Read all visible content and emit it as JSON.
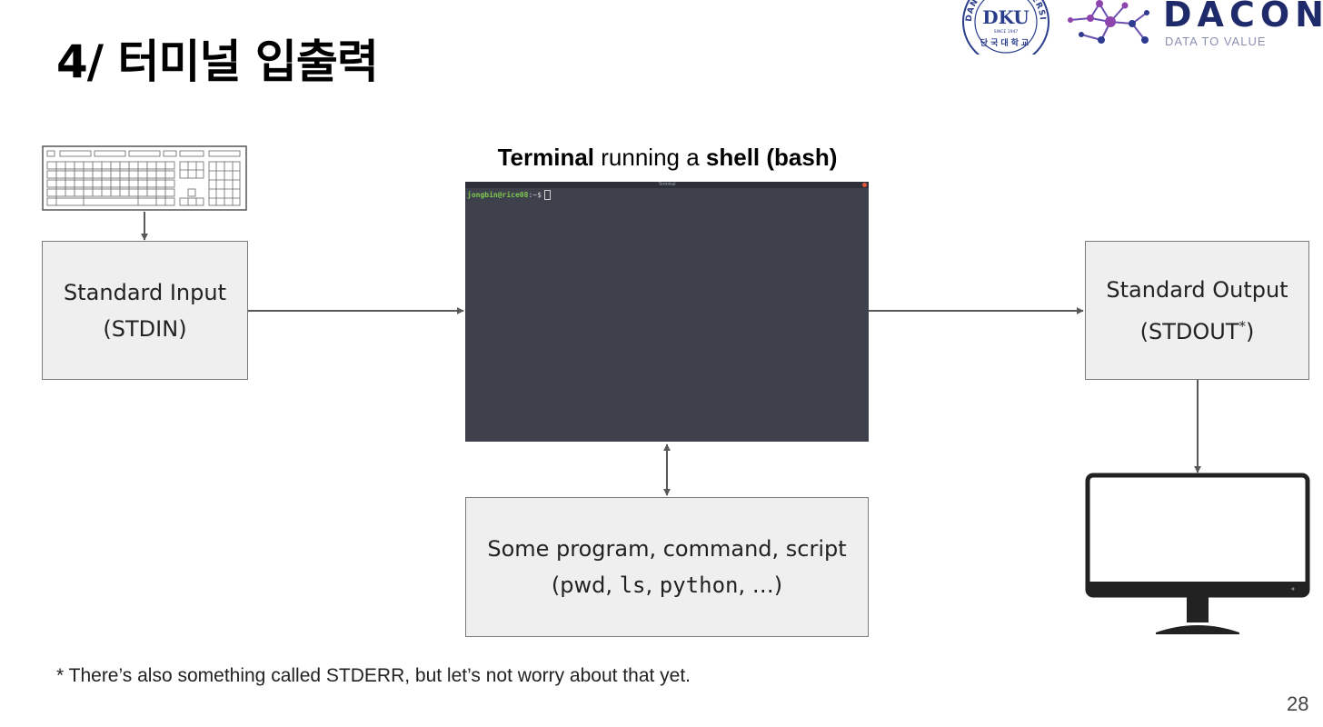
{
  "slide": {
    "title": "4/ 터미널 입출력",
    "page_number": "28",
    "footnote": "* There’s also something called STDERR, but let’s not worry about that yet."
  },
  "logos": {
    "university": {
      "text": "DKU",
      "name": "DANKOOK UNIVERSITY",
      "since": "SINCE 1947",
      "korean": "단국대학교"
    },
    "dacon": {
      "name": "DACON",
      "tagline": "DATA TO VALUE"
    }
  },
  "diagram": {
    "stdin": {
      "line1": "Standard Input",
      "line2": "(STDIN)"
    },
    "terminal": {
      "heading_part1": "Terminal",
      "heading_part2": " running a ",
      "heading_part3": "shell",
      "heading_part4": " (bash)",
      "window_title": "Terminal",
      "prompt_user": "jongbin@rice08",
      "prompt_path": ":~$"
    },
    "stdout": {
      "line1": "Standard Output",
      "line2": "(STDOUT",
      "line2_sup": "*",
      "line2_end": ")"
    },
    "program": {
      "line1": "Some program, command, script",
      "line2_a": "(pwd, ",
      "line2_b": "ls",
      "line2_c": ", ",
      "line2_d": "python",
      "line2_e": ", …)"
    }
  },
  "colors": {
    "terminal_bg": "#3e414c",
    "box_bg": "#efefef",
    "arrow": "#595959",
    "dacon_navy": "#1f2a6b",
    "dacon_purple": "#8e44ad"
  }
}
